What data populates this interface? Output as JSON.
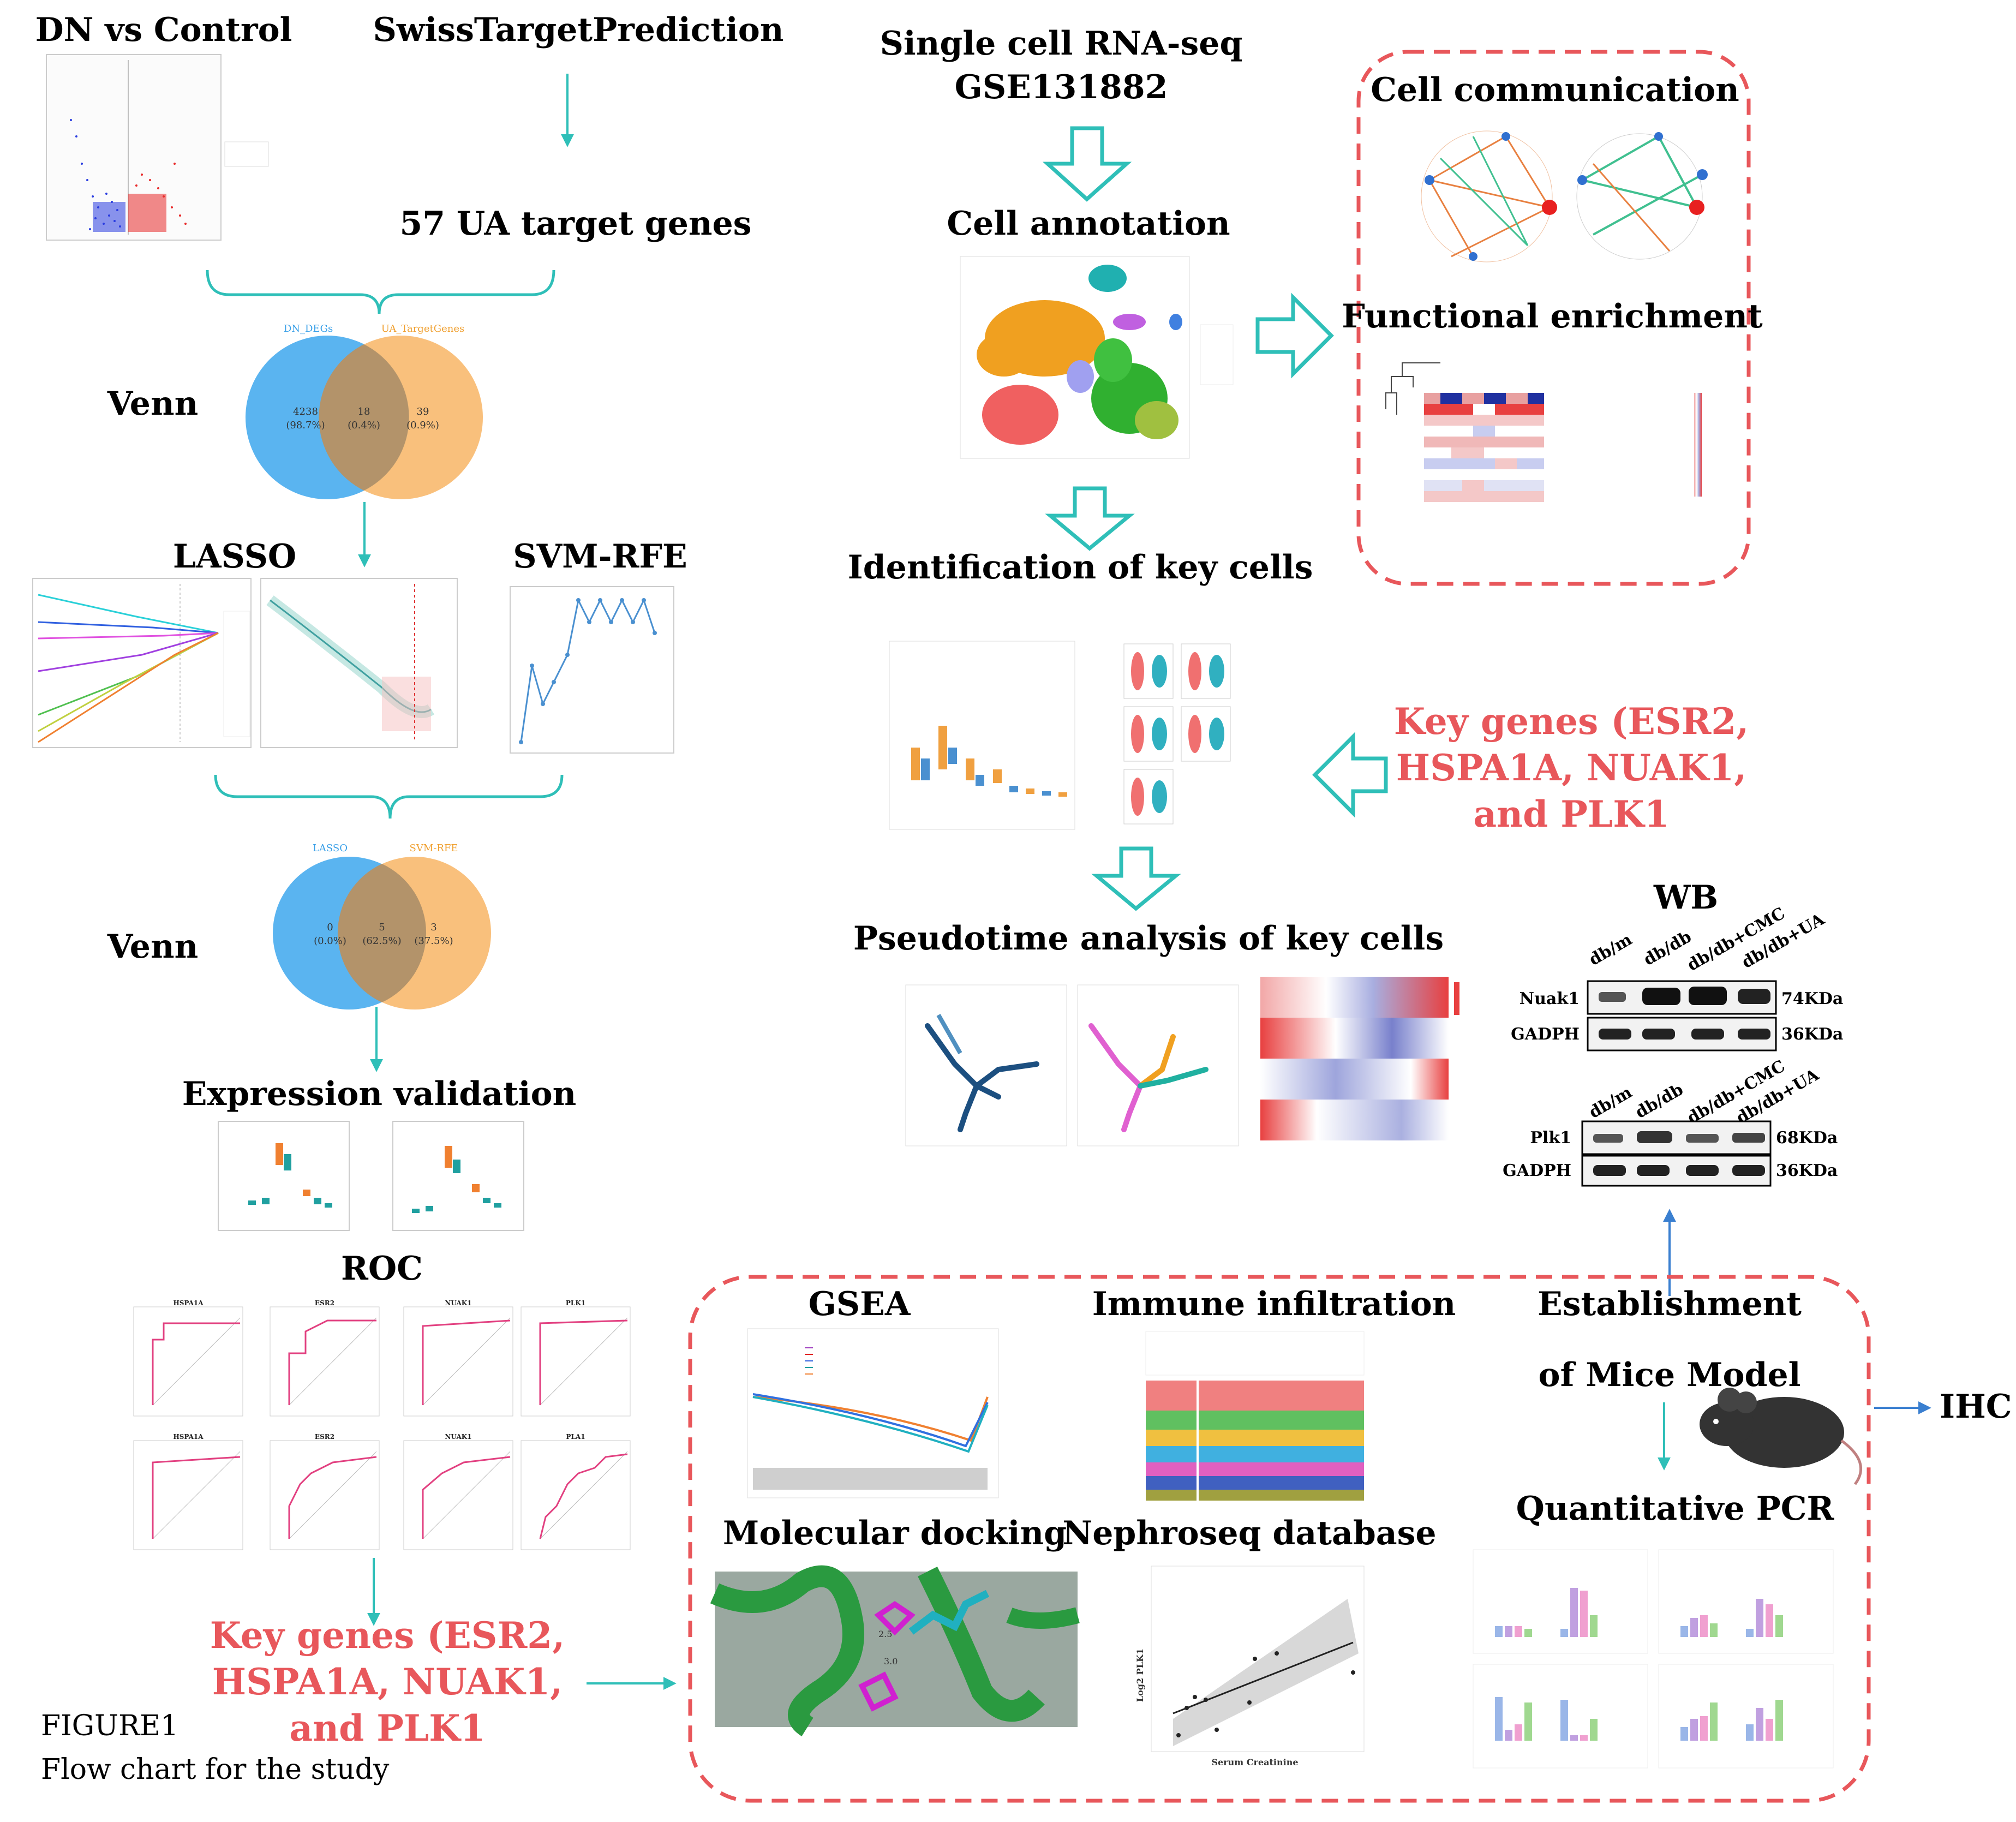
{
  "titles": {
    "dn_vs_control": "DN vs Control",
    "swiss": "SwissTargetPrediction",
    "ua_targets": "57 UA target genes",
    "venn1": "Venn",
    "lasso": "LASSO",
    "svm": "SVM-RFE",
    "venn2": "Venn",
    "expression": "Expression validation",
    "roc": "ROC",
    "scrnaseq_line1": "Single cell RNA-seq",
    "scrnaseq_line2": "GSE131882",
    "cell_annotation": "Cell annotation",
    "identification": "Identification of key cells",
    "pseudotime": "Pseudotime analysis of key cells",
    "cell_comm": "Cell communication",
    "functional": "Functional enrichment",
    "wb": "WB",
    "gsea": "GSEA",
    "immune": "Immune infiltration",
    "establishment_line1": "Establishment",
    "establishment_line2": "of Mice Model",
    "docking": "Molecular docking",
    "nephroseq": "Nephroseq database",
    "qpcr": "Quantitative PCR",
    "ihc": "IHC"
  },
  "key_genes": {
    "line1": "Key genes (ESR2,",
    "line2": "HSPA1A, NUAK1,",
    "line3": "and PLK1"
  },
  "venn1": {
    "left_label": "DN_DEGs",
    "right_label": "UA_TargetGenes",
    "left_count": "4238",
    "left_pct": "(98.7%)",
    "mid_count": "18",
    "mid_pct": "(0.4%)",
    "right_count": "39",
    "right_pct": "(0.9%)"
  },
  "venn2": {
    "left_label": "LASSO",
    "right_label": "SVM-RFE",
    "left_count": "0",
    "left_pct": "(0.0%)",
    "mid_count": "5",
    "mid_pct": "(62.5%)",
    "right_count": "3",
    "right_pct": "(37.5%)"
  },
  "roc_panels": {
    "row1": [
      "HSPA1A",
      "ESR2",
      "NUAK1",
      "PLK1"
    ],
    "row2": [
      "HSPA1A",
      "ESR2",
      "NUAK1",
      "PLA1"
    ]
  },
  "wb": {
    "blot1_lanes": [
      "db/m",
      "db/db",
      "db/db+CMC",
      "db/db+UA"
    ],
    "blot1_rows": [
      {
        "name": "Nuak1",
        "size": "74KDa"
      },
      {
        "name": "GADPH",
        "size": "36KDa"
      }
    ],
    "blot2_lanes": [
      "db/m",
      "db/db",
      "db/db+CMC",
      "db/db+UA"
    ],
    "blot2_rows": [
      {
        "name": "Plk1",
        "size": "68KDa"
      },
      {
        "name": "GADPH",
        "size": "36KDa"
      }
    ]
  },
  "docking_labels": [
    "2.5",
    "3.0"
  ],
  "nephroseq_plot": {
    "xlabel": "Serum Creatinine",
    "ylabel": "Log2 PLK1"
  },
  "caption": {
    "line1": "FIGURE1",
    "line2": "Flow chart for the study"
  },
  "colors": {
    "arrow_teal": "#2fbfb8",
    "brace_teal": "#2fbfb8",
    "key_red": "#e8575b",
    "dashed_box": "#e8575b",
    "venn_blue": "#5ab4f0",
    "venn_orange": "#f8b565",
    "venn_overlap": "#b3936a",
    "blue_arrow": "#3a7fd0"
  }
}
